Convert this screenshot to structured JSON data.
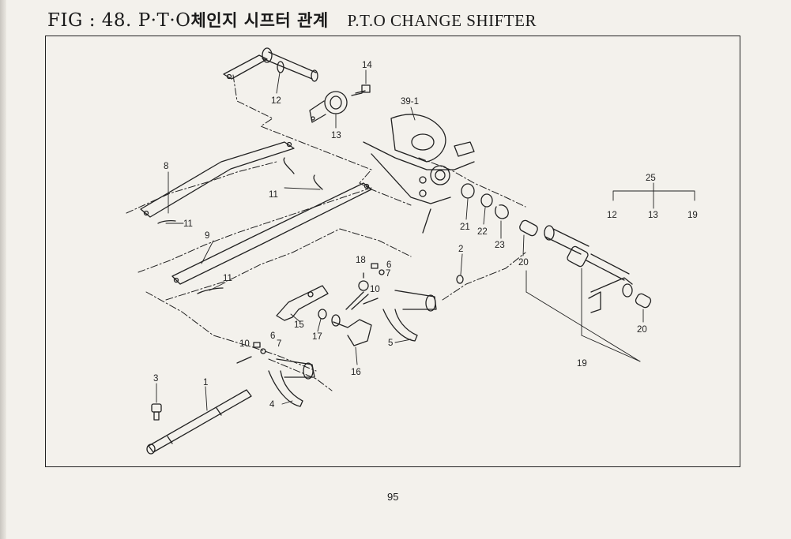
{
  "figure": {
    "prefix": "FIG : 48.",
    "code": "P·T·O",
    "title_kr": "체인지 시프터 관계",
    "title_en": "P.T.O CHANGE SHIFTER"
  },
  "parts": {
    "p1": "1",
    "p2": "2",
    "p3": "3",
    "p4": "4",
    "p5": "5",
    "p6a": "6",
    "p6b": "6",
    "p7a": "7",
    "p7b": "7",
    "p8": "8",
    "p9": "9",
    "p10a": "10",
    "p10b": "10",
    "p11a": "11",
    "p11b": "11",
    "p11c": "11",
    "p12": "12",
    "p13": "13",
    "p14": "14",
    "p15": "15",
    "p16": "16",
    "p17": "17",
    "p18": "18",
    "p19": "19",
    "p20a": "20",
    "p20b": "20",
    "p21": "21",
    "p22": "22",
    "p23": "23",
    "p39": "39-1"
  },
  "assembly": {
    "number": "25",
    "members": [
      "12",
      "13",
      "19"
    ]
  },
  "page_number": "95"
}
